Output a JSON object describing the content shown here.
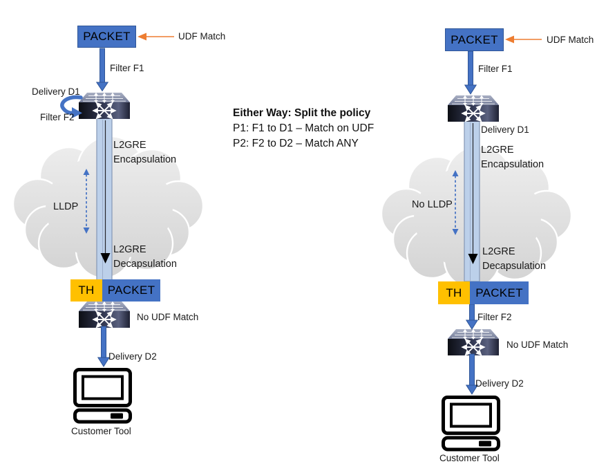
{
  "note": {
    "title": "Either Way: Split the policy",
    "p1": "P1: F1 to D1 – Match on UDF",
    "p2": "P2: F2 to D2 – Match ANY"
  },
  "left": {
    "packet_in": "PACKET",
    "udf_match": "UDF Match",
    "filter_f1": "Filter F1",
    "delivery_d1": "Delivery D1",
    "filter_f2": "Filter F2",
    "encapsulation": "L2GRE\nEncapsulation",
    "link_label": "LLDP",
    "decapsulation": "L2GRE\nDecapsulation",
    "th": "TH",
    "packet_out": "PACKET",
    "no_udf_match": "No UDF Match",
    "delivery_d2": "Delivery D2",
    "customer_tool": "Customer Tool"
  },
  "right": {
    "packet_in": "PACKET",
    "udf_match": "UDF Match",
    "filter_f1": "Filter F1",
    "delivery_d1": "Delivery D1",
    "encapsulation": "L2GRE\nEncapsulation",
    "link_label": "No LLDP",
    "decapsulation": "L2GRE\nDecapsulation",
    "th": "TH",
    "packet_out": "PACKET",
    "filter_f2": "Filter F2",
    "no_udf_match": "No UDF Match",
    "delivery_d2": "Delivery D2",
    "customer_tool": "Customer Tool"
  },
  "colors": {
    "packet_blue": "#4472C4",
    "packet_border": "#2E5597",
    "th_gold": "#FFC000",
    "arrow_blue": "#4472C4",
    "accent_orange": "#ED7D31",
    "pipe_fill": "#BCD0EA",
    "pipe_border": "#8496B4",
    "cloud_gray": "#DCDCDC",
    "switch_dark": "#1A1D29"
  }
}
